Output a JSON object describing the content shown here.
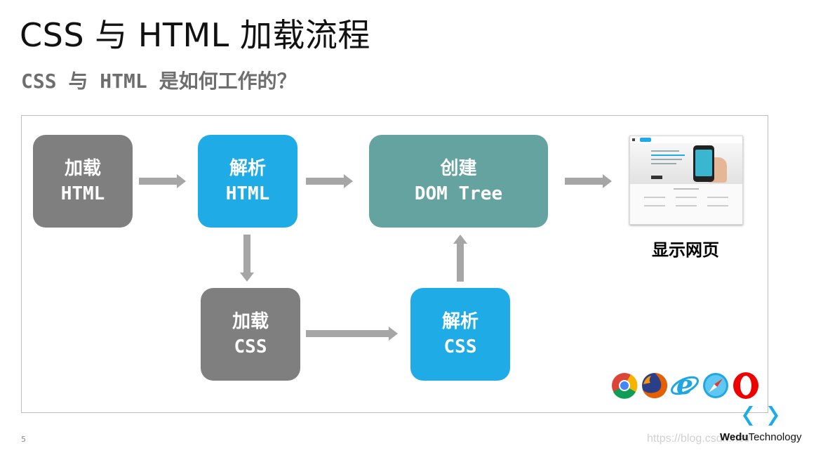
{
  "title": "CSS 与 HTML 加载流程",
  "subtitle": "CSS 与 HTML 是如何工作的？",
  "nodes": {
    "load_html": {
      "line1": "加载",
      "line2": "HTML"
    },
    "parse_html": {
      "line1": "解析",
      "line2": "HTML"
    },
    "create_dom": {
      "line1": "创建",
      "line2": "DOM Tree"
    },
    "load_css": {
      "line1": "加载",
      "line2": "CSS"
    },
    "parse_css": {
      "line1": "解析",
      "line2": "CSS"
    }
  },
  "display_label": "显示网页",
  "colors": {
    "gray_box": "#7f7f7f",
    "blue_box": "#1fabe5",
    "teal_box": "#64a39f",
    "arrow": "#a6a6a6"
  },
  "browser_icons": [
    "chrome-icon",
    "firefox-icon",
    "ie-icon",
    "safari-icon",
    "opera-icon"
  ],
  "page_number": "5",
  "brand": {
    "name_bold": "Wedu",
    "name_rest": "Technology"
  },
  "watermark": "https://blog.csdn.net/"
}
